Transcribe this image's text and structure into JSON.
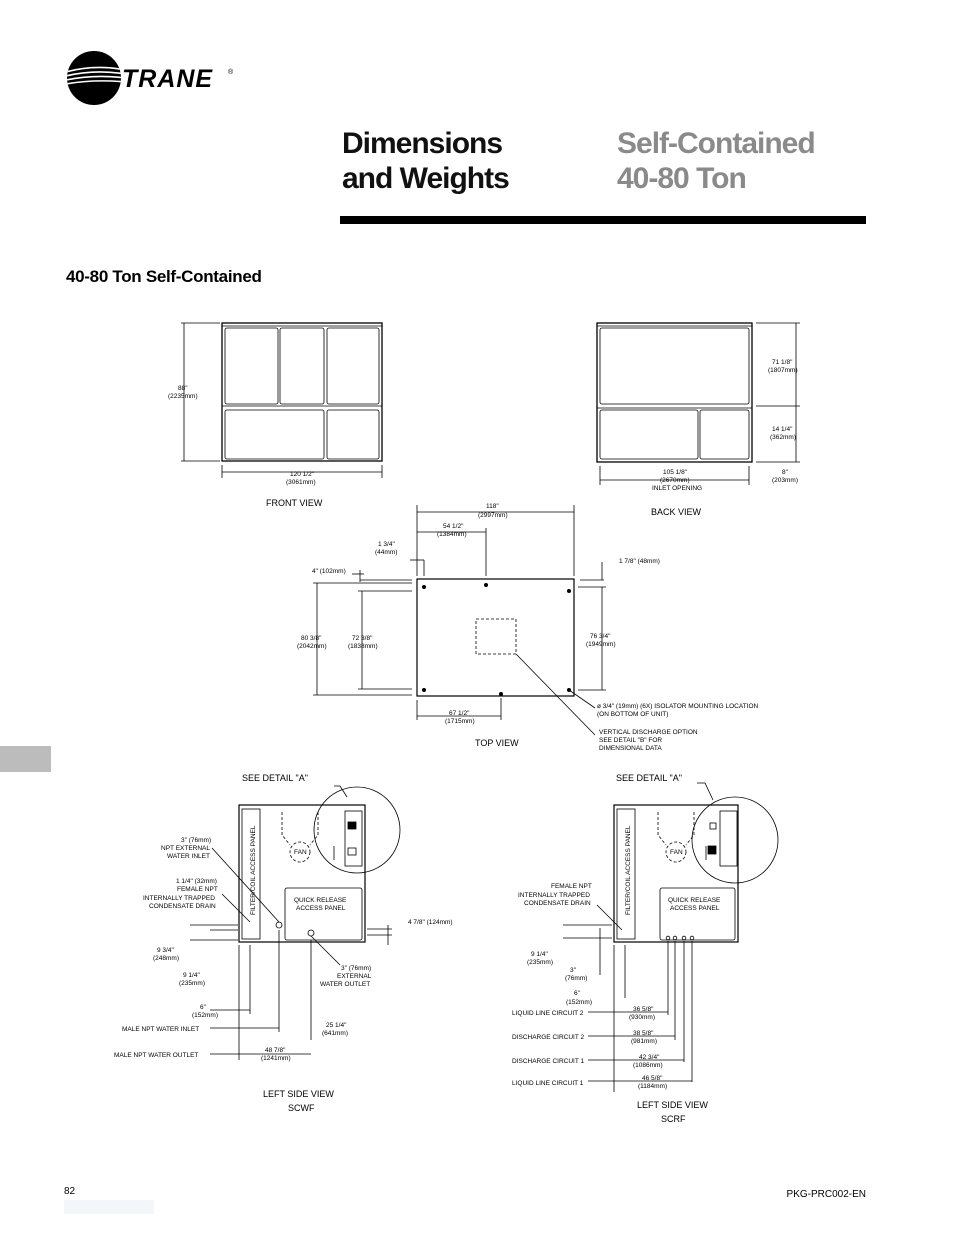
{
  "brand": {
    "name": "TRANE",
    "registered": "®"
  },
  "header": {
    "title_left": "Dimensions\nand Weights",
    "title_right": "Self-Contained\n40-80 Ton"
  },
  "section_heading": "40-80 Ton Self-Contained",
  "front_view": {
    "caption": "FRONT VIEW",
    "height_in": "88\"",
    "height_mm": "(2235mm)",
    "width_in": "120 1/2\"",
    "width_mm": "(3061mm)"
  },
  "back_view": {
    "caption": "BACK VIEW",
    "upper_in": "71 1/8\"",
    "upper_mm": "(1807mm)",
    "mid_in": "14 1/4\"",
    "mid_mm": "(362mm)",
    "low_in": "8\"",
    "low_mm": "(203mm)",
    "inlet_in": "105 1/8\"",
    "inlet_mm": "(2670mm)",
    "inlet_label": "INLET OPENING"
  },
  "top_view": {
    "caption": "TOP VIEW",
    "d118_in": "118\"",
    "d118_mm": "(2997mm)",
    "d54_in": "54 1/2\"",
    "d54_mm": "(1384mm)",
    "d1_3_4_in": "1 3/4\"",
    "d1_3_4_mm": "(44mm)",
    "d4": "4\" (102mm)",
    "d1_7_8": "1 7/8\" (48mm)",
    "d80_in": "80 3/8\"",
    "d80_mm": "(2042mm)",
    "d72_in": "72 3/8\"",
    "d72_mm": "(1838mm)",
    "d76_in": "76 3/4\"",
    "d76_mm": "(1949mm)",
    "d67_in": "67 1/2\"",
    "d67_mm": "(1715mm)",
    "isolator_1": "ø 3/4\" (19mm) (6X) ISOLATOR MOUNTING LOCATION",
    "isolator_2": "(ON BOTTOM OF UNIT)",
    "vdo_1": "VERTICAL DISCHARGE OPTION",
    "vdo_2": "SEE DETAIL \"B\" FOR",
    "vdo_3": "DIMENSIONAL DATA"
  },
  "scwf": {
    "see_detail": "SEE DETAIL \"A\"",
    "panel": "FILTER/COIL ACCESS PANEL",
    "fan": "FAN",
    "qr_1": "QUICK RELEASE",
    "qr_2": "ACCESS PANEL",
    "inlet_1": "3\" (76mm)",
    "inlet_2": "NPT EXTERNAL",
    "inlet_3": "WATER INLET",
    "drain_1": "1 1/4\" (32mm)",
    "drain_2": "FEMALE NPT",
    "drain_3": "INTERNALLY TRAPPED",
    "drain_4": "CONDENSATE DRAIN",
    "d478": "4 7/8\" (124mm)",
    "d934_in": "9 3/4\"",
    "d934_mm": "(248mm)",
    "d914_in": "9 1/4\"",
    "d914_mm": "(235mm)",
    "outlet_1": "3\" (76mm)",
    "outlet_2": "EXTERNAL",
    "outlet_3": "WATER OUTLET",
    "d6_in": "6\"",
    "d6_mm": "(152mm)",
    "d2514_in": "25 1/4\"",
    "d2514_mm": "(641mm)",
    "d4878_in": "48 7/8\"",
    "d4878_mm": "(1241mm)",
    "water_inlet": "MALE NPT WATER INLET",
    "water_outlet": "MALE NPT WATER OUTLET",
    "caption_1": "LEFT SIDE VIEW",
    "caption_2": "SCWF"
  },
  "scrf": {
    "see_detail": "SEE DETAIL \"A\"",
    "panel": "FILTER/COIL ACCESS PANEL",
    "fan": "FAN",
    "qr_1": "QUICK RELEASE",
    "qr_2": "ACCESS PANEL",
    "drain_1": "FEMALE NPT",
    "drain_2": "INTERNALLY TRAPPED",
    "drain_3": "CONDENSATE DRAIN",
    "d914_in": "9 1/4\"",
    "d914_mm": "(235mm)",
    "d3_in": "3\"",
    "d3_mm": "(76mm)",
    "d6_in": "6\"",
    "d6_mm": "(152mm)",
    "ll2": "LIQUID LINE CIRCUIT 2",
    "ll2_in": "36 5/8\"",
    "ll2_mm": "(930mm)",
    "dc2": "DISCHARGE CIRCUIT 2",
    "dc2_in": "38 5/8\"",
    "dc2_mm": "(981mm)",
    "dc1": "DISCHARGE CIRCUIT 1",
    "dc1_in": "42 3/4\"",
    "dc1_mm": "(1086mm)",
    "ll1": "LIQUID LINE CIRCUIT 1",
    "ll1_in": "46 5/8\"",
    "ll1_mm": "(1184mm)",
    "caption_1": "LEFT SIDE VIEW",
    "caption_2": "SCRF"
  },
  "footer": {
    "page_number": "82",
    "doc_code": "PKG-PRC002-EN"
  }
}
